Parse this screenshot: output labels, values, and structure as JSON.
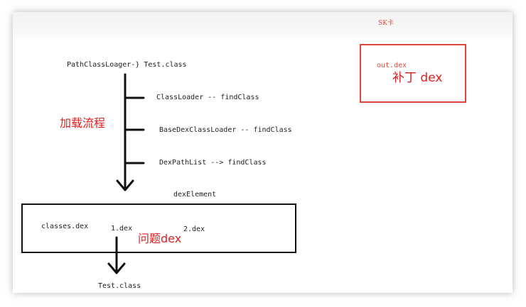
{
  "sdcard": {
    "title": "SK卡",
    "file": "out.dex",
    "label": "补丁 dex"
  },
  "flow": {
    "start": "PathClassLoager-} Test.class",
    "label": "加载流程",
    "steps": [
      "ClassLoader -- findClass",
      "BaseDexClassLoader -- findClass",
      "DexPathList --> findClass"
    ]
  },
  "dex_elements": {
    "title": "dexElement",
    "items": [
      "classes.dex",
      "1.dex",
      "2.dex"
    ],
    "issue_label": "问题dex"
  },
  "result": "Test.class",
  "colors": {
    "accent_red": "#e0463e",
    "text_red": "#e02020",
    "line": "#111111"
  }
}
